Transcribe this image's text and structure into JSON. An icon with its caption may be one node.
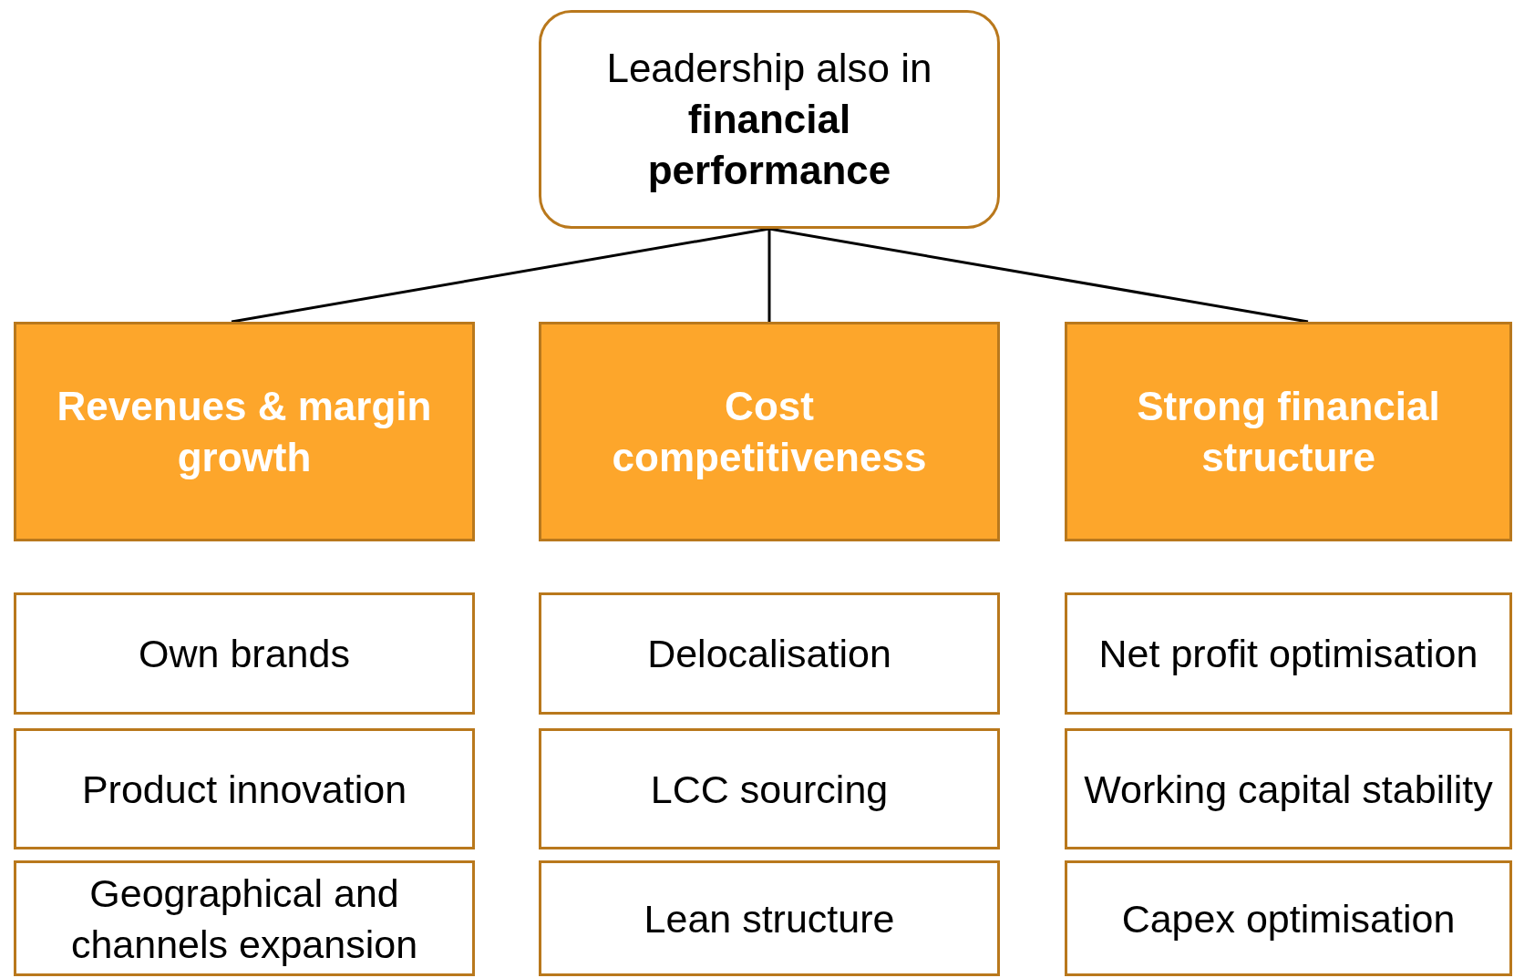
{
  "diagram": {
    "nodes": [
      {
        "text": [
          "Leadership also in **financial performance**"
        ]
      },
      {
        "text": [
          "Revenues & margin growth"
        ]
      },
      {
        "text": [
          "Cost competitiveness"
        ]
      },
      {
        "text": [
          "Strong financial structure"
        ]
      },
      {
        "text": [
          "Own brands"
        ]
      },
      {
        "text": [
          "Delocalisation"
        ]
      },
      {
        "text": [
          "Net profit optimisation"
        ]
      },
      {
        "text": [
          "Product innovation"
        ]
      },
      {
        "text": [
          "LCC sourcing"
        ]
      },
      {
        "text": [
          "Working capital stability"
        ]
      },
      {
        "text": [
          "Geographical and channels expansion"
        ]
      },
      {
        "text": [
          "Lean structure"
        ]
      },
      {
        "text": [
          "Capex optimisation"
        ]
      }
    ],
    "edges": [
      {
        "from": 0,
        "to": 1,
        "arrow": "none"
      },
      {
        "from": 0,
        "to": 2,
        "arrow": "none"
      },
      {
        "from": 0,
        "to": 3,
        "arrow": "none"
      }
    ]
  }
}
